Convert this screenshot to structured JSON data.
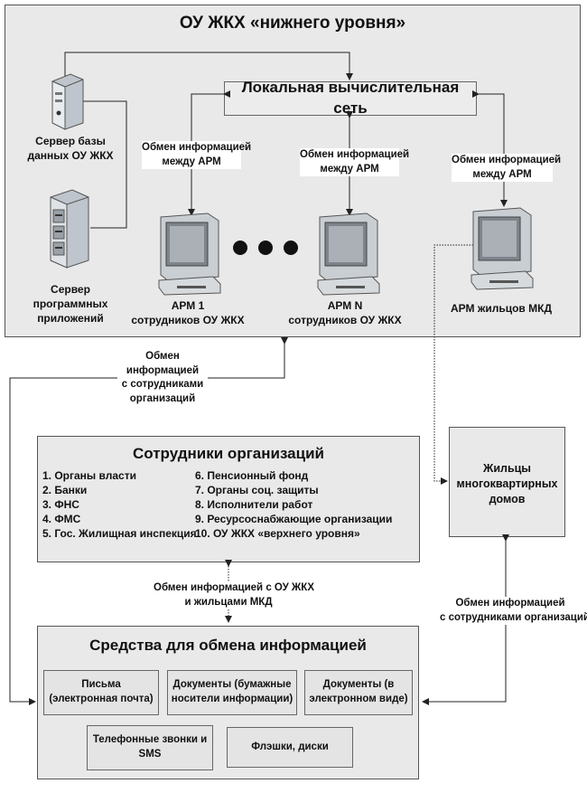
{
  "top_block": {
    "title": "ОУ ЖКХ «нижнего уровня»",
    "lan": "Локальная вычислительная сеть",
    "db_server": [
      "Сервер базы",
      "данных ОУ ЖКХ"
    ],
    "app_server": [
      "Сервер",
      "программных",
      "приложений"
    ],
    "exchange_arm_1": [
      "Обмен информацией",
      "между АРМ"
    ],
    "exchange_arm_2": [
      "Обмен информацией",
      "между АРМ"
    ],
    "exchange_arm_3": [
      "Обмен информацией",
      "между АРМ"
    ],
    "arm1": [
      "АРМ 1",
      "сотрудников ОУ ЖКХ"
    ],
    "armN": [
      "АРМ N",
      "сотрудников ОУ ЖКХ"
    ],
    "arm_residents": "АРМ жильцов МКД"
  },
  "exchange_staff_orgs": [
    "Обмен",
    "информацией",
    "с сотрудниками",
    "организаций"
  ],
  "org_block": {
    "title": "Сотрудники организаций",
    "col1": [
      "1. Органы власти",
      "2. Банки",
      "3. ФНС",
      "4. ФМС",
      "5. Гос. Жилищная инспекция"
    ],
    "col2": [
      "6. Пенсионный фонд",
      "7. Органы соц. защиты",
      "8. Исполнители работ",
      "9. Ресурсоснабжающие организации",
      "10. ОУ ЖКХ «верхнего уровня»"
    ]
  },
  "residents": [
    "Жильцы",
    "многоквартирных",
    "домов"
  ],
  "exchange_oujkh_residents": [
    "Обмен информацией с ОУ ЖКХ",
    "и жильцами МКД"
  ],
  "exchange_residents_orgs": [
    "Обмен информацией",
    "с сотрудниками организаций"
  ],
  "means_block": {
    "title": "Средства для  обмена информацией",
    "letters": [
      "Письма",
      "(электронная почта)"
    ],
    "paper_docs": [
      "Документы (бумажные",
      "носители информации)"
    ],
    "e_docs": [
      "Документы (в",
      "электронном виде)"
    ],
    "calls": [
      "Телефонные звонки и",
      "SMS"
    ],
    "flash": "Флэшки, диски"
  },
  "icons": {
    "db_server": "server-icon",
    "app_server": "server-rack-icon",
    "arm": "computer-icon",
    "ellipsis": "dots-icon"
  }
}
